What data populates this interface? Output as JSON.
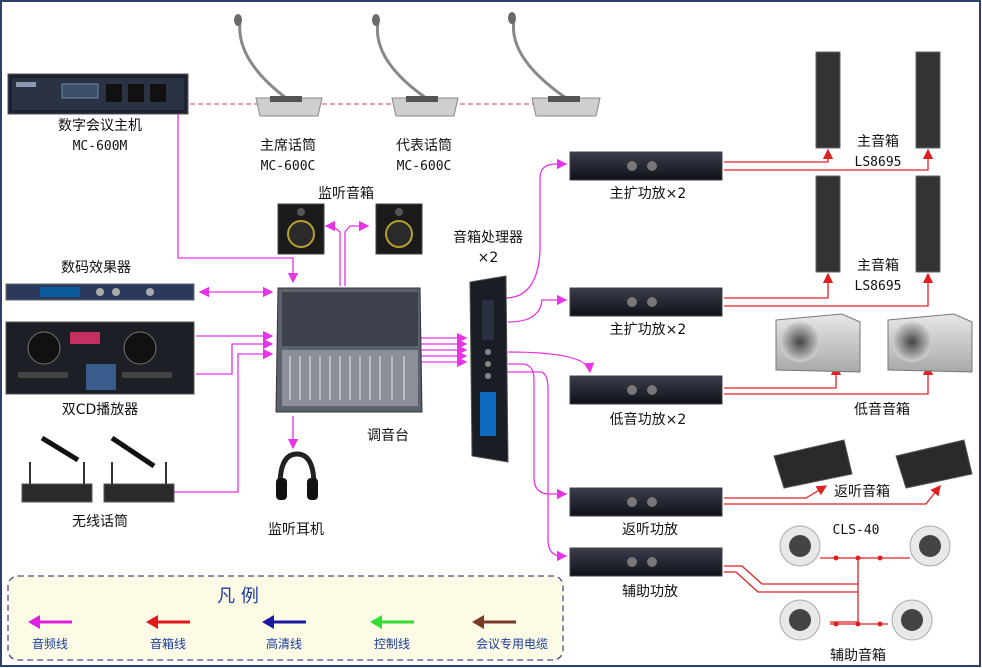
{
  "devices": {
    "host": {
      "name": "数字会议主机",
      "model": "MC-600M"
    },
    "chair_mic": {
      "name": "主席话筒",
      "model": "MC-600C"
    },
    "delegate_mic": {
      "name": "代表话筒",
      "model": "MC-600C"
    },
    "monitor_speakers": {
      "name": "监听音箱"
    },
    "effects": {
      "name": "数码效果器"
    },
    "cd_player": {
      "name": "双CD播放器"
    },
    "wireless_mic": {
      "name": "无线话筒"
    },
    "mixer": {
      "name": "调音台"
    },
    "headphones": {
      "name": "监听耳机"
    },
    "processor": {
      "name": "音箱处理器",
      "qty": "×2"
    },
    "amp_main_1": {
      "name": "主扩功放×2"
    },
    "amp_main_2": {
      "name": "主扩功放×2"
    },
    "amp_sub": {
      "name": "低音功放×2"
    },
    "amp_return": {
      "name": "返听功放"
    },
    "amp_aux": {
      "name": "辅助功放"
    },
    "spk_main_1": {
      "name": "主音箱",
      "model": "LS8695"
    },
    "spk_main_2": {
      "name": "主音箱",
      "model": "LS8695"
    },
    "spk_sub": {
      "name": "低音音箱"
    },
    "spk_return": {
      "name": "返听音箱"
    },
    "spk_ceiling": {
      "model": "CLS-40"
    },
    "spk_aux": {
      "name": "辅助音箱"
    }
  },
  "legend": {
    "title": "凡    例",
    "items": [
      {
        "label": "音频线",
        "color": "#e020e0"
      },
      {
        "label": "音箱线",
        "color": "#e01818"
      },
      {
        "label": "高清线",
        "color": "#1a1aa0"
      },
      {
        "label": "控制线",
        "color": "#33dd33"
      },
      {
        "label": "会议专用电缆",
        "color": "#7a3a2a"
      }
    ]
  },
  "colors": {
    "audio": "#e633e6",
    "speaker": "#e02020",
    "conference": "#c87070",
    "frame": "#2c3e6a",
    "legend_bg": "#fdfbe6",
    "legend_border": "#4a4a8a"
  }
}
